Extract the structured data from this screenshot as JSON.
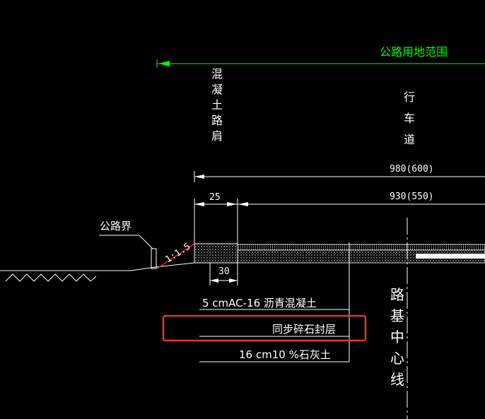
{
  "colors": {
    "background": "#000000",
    "lines": "#ffffff",
    "boundary": "#00ff00",
    "highlight": "#e23a2a"
  },
  "labels": {
    "road_land_range": "公路用地范围",
    "concrete_shoulder": [
      "混",
      "凝",
      "土",
      "路",
      "肩"
    ],
    "carriageway": [
      "行",
      "车",
      "道"
    ],
    "dim_total": "980(600)",
    "dim_shoulder": "25",
    "dim_lane": "930(550)",
    "highway_boundary": "公路界",
    "slope_ratio": "1:1.5",
    "dim_30": "30",
    "subgrade_centerline": [
      "路",
      "基",
      "中",
      "心",
      "线"
    ]
  },
  "layers": {
    "surface": "5 cmAC-16 沥青混凝土",
    "seal": "同步碎石封层",
    "base": "16 cm10 %石灰土"
  }
}
